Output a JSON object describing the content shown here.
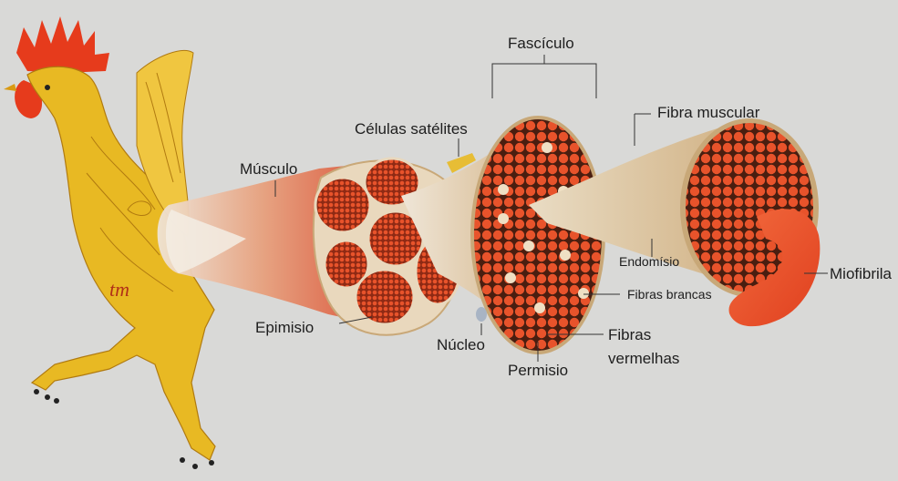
{
  "labels": {
    "musculo": "Músculo",
    "celulas_satelites": "Células satélites",
    "fasciculo": "Fascículo",
    "fibra_muscular": "Fibra muscular",
    "endomisio": "Endomísio",
    "miofibrila": "Miofibrila",
    "fibras_brancas": "Fibras brancas",
    "epimisio": "Epimisio",
    "nucleo": "Núcleo",
    "fibras_vermelhas_line1": "Fibras",
    "fibras_vermelhas_line2": "vermelhas",
    "permisio": "Permisio"
  },
  "signature": "tm",
  "colors": {
    "background": "#d9d9d7",
    "rooster_yellow": "#e8b923",
    "comb_red": "#e63b1c",
    "muscle_red": "#e2492a",
    "sheath_tan": "#d8b98a",
    "fiber_orange": "#e8532b"
  }
}
